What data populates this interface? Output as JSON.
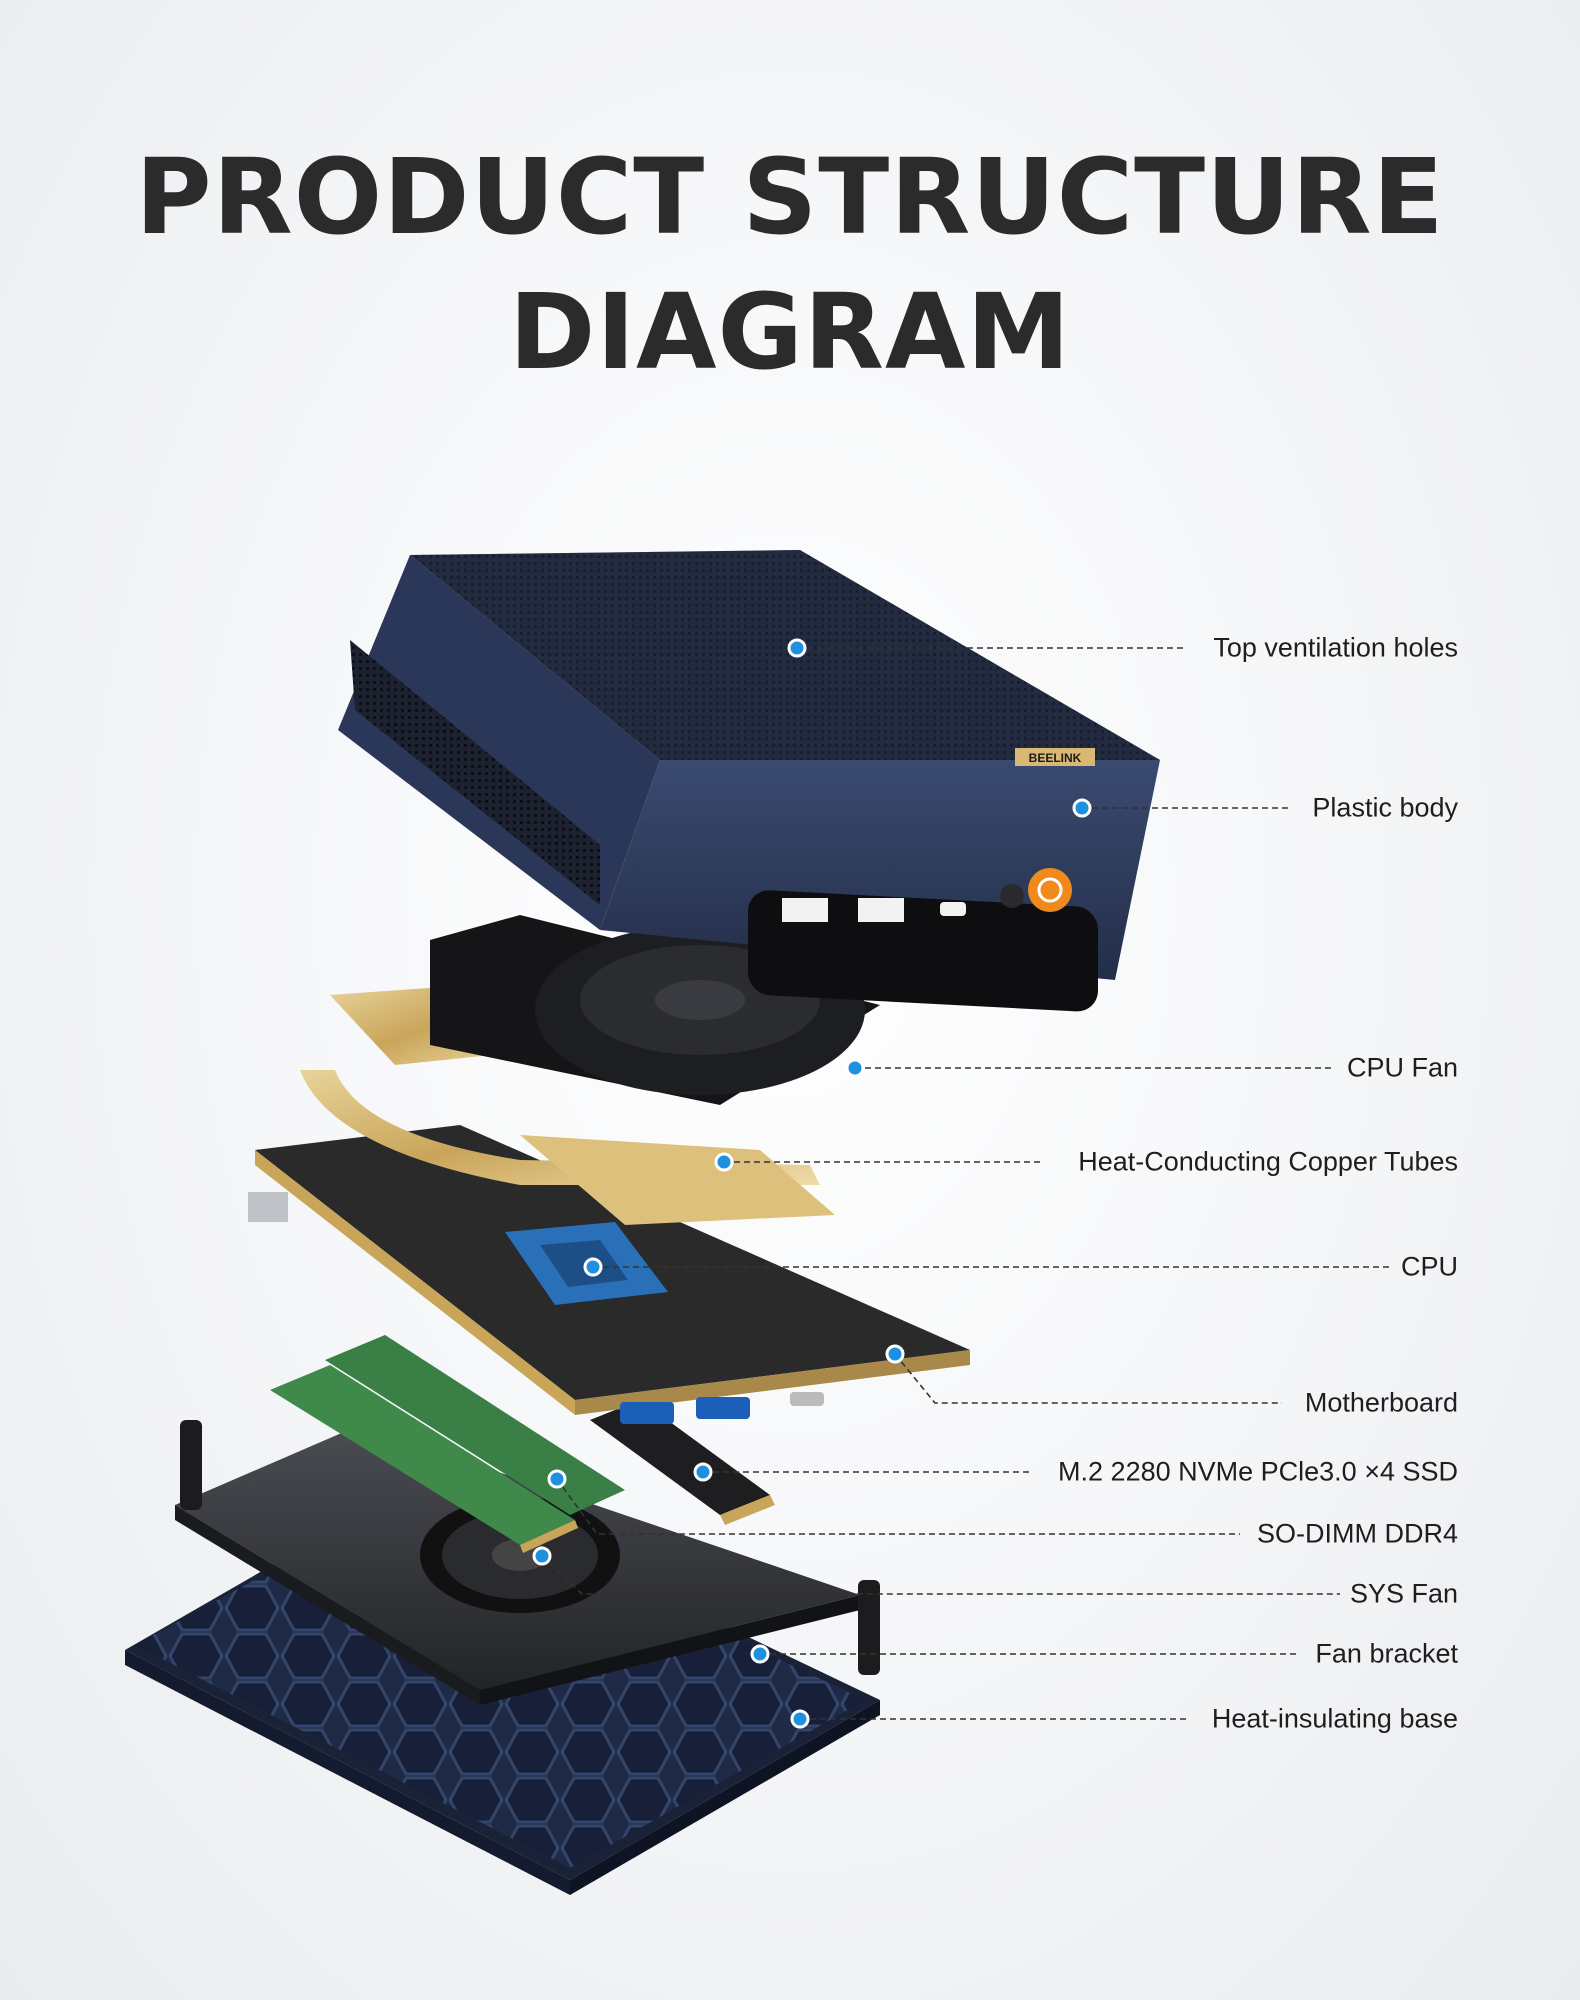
{
  "title_line1": "PRODUCT STRUCTURE",
  "title_line2": "DIAGRAM",
  "brand_badge": "BEELINK",
  "callouts": [
    {
      "id": "top-ventilation-holes",
      "label": "Top ventilation holes"
    },
    {
      "id": "plastic-body",
      "label": "Plastic body"
    },
    {
      "id": "cpu-fan",
      "label": "CPU Fan"
    },
    {
      "id": "copper-tubes",
      "label": "Heat-Conducting Copper Tubes"
    },
    {
      "id": "cpu",
      "label": "CPU"
    },
    {
      "id": "motherboard",
      "label": "Motherboard"
    },
    {
      "id": "ssd",
      "label": "M.2 2280 NVMe PCle3.0 ×4 SSD"
    },
    {
      "id": "so-dimm",
      "label": "SO-DIMM DDR4"
    },
    {
      "id": "sys-fan",
      "label": "SYS Fan"
    },
    {
      "id": "fan-bracket",
      "label": "Fan bracket"
    },
    {
      "id": "heat-insulating-base",
      "label": "Heat-insulating base"
    }
  ],
  "colors": {
    "dot": "#1f8fe0",
    "chassis": "#2e3c5e",
    "copper": "#d8b872",
    "pcb": "#2a2a2a",
    "ram": "#3f8a4a",
    "power_button": "#f08a1c"
  }
}
